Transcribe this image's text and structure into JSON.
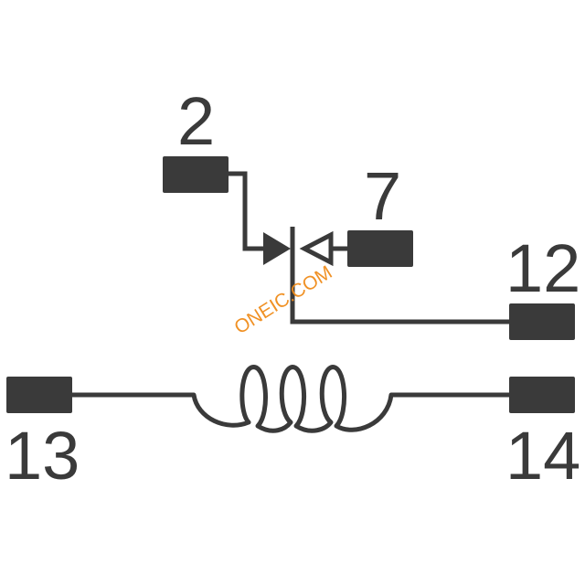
{
  "diagram": {
    "pins": [
      {
        "id": "pin-2",
        "label": "2"
      },
      {
        "id": "pin-7",
        "label": "7"
      },
      {
        "id": "pin-12",
        "label": "12"
      },
      {
        "id": "pin-13",
        "label": "13"
      },
      {
        "id": "pin-14",
        "label": "14"
      }
    ],
    "components": [
      "reed-switch-contact",
      "inductor-coil"
    ],
    "watermark": "ONEIC.COM",
    "colors": {
      "stroke": "#3a3a3a",
      "pad": "#3a3a3a",
      "watermark": "#f08c1a",
      "background": "#ffffff"
    }
  }
}
